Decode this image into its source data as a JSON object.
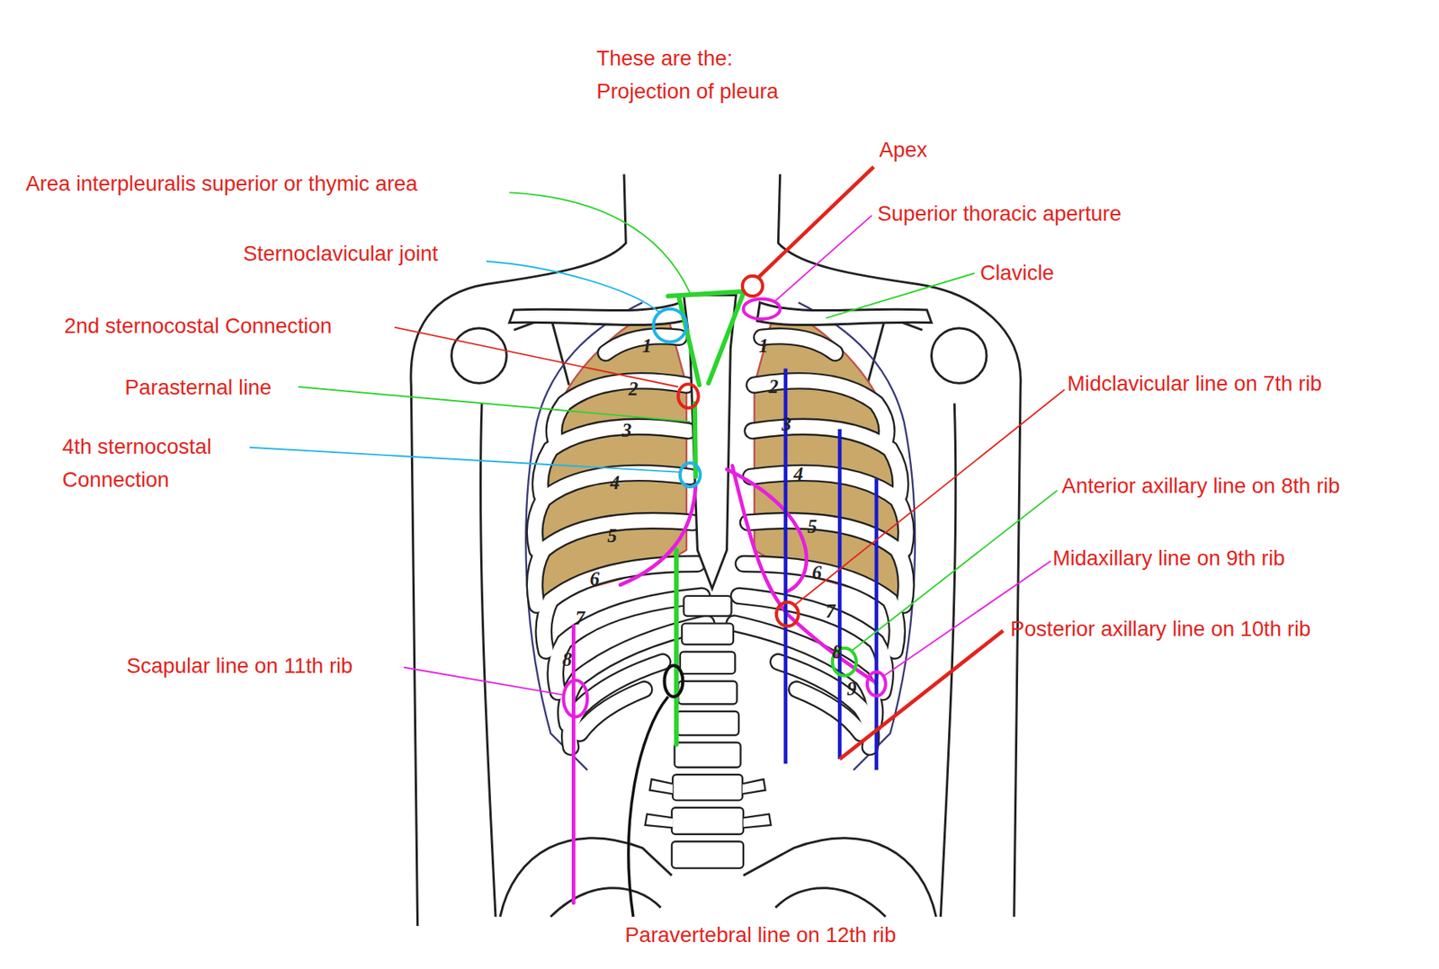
{
  "diagram": {
    "title": "These are the: Projection of pleura",
    "labels": [
      "Apex",
      "Area interpleuralis superior or thymic area",
      "Superior thoracic aperture",
      "Sternoclavicular joint",
      "Clavicle",
      "2nd sternocostal Connection",
      "Parasternal line",
      "Midclavicular line on 7th rib",
      "4th sternocostal Connection",
      "Anterior axillary line on 8th rib",
      "Midaxillary line on 9th rib",
      "Posterior axillary line on 10th rib",
      "Scapular line on 11th rib",
      "Paravertebral line on 12th rib",
      "1",
      "2",
      "3",
      "4",
      "5",
      "6",
      "7",
      "8",
      "1",
      "2",
      "3",
      "4",
      "5",
      "6",
      "7",
      "8",
      "9"
    ]
  }
}
